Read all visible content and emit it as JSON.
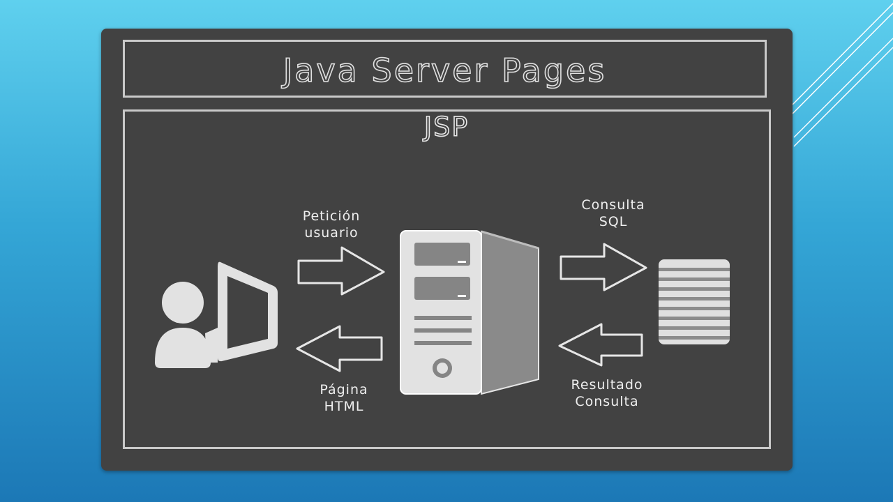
{
  "title": "Java Server Pages",
  "subtitle": "JSP",
  "labels": {
    "request": [
      "Petición",
      "usuario"
    ],
    "response": [
      "Página",
      "HTML"
    ],
    "query": [
      "Consulta",
      "SQL"
    ],
    "result": [
      "Resultado",
      "Consulta"
    ]
  },
  "icons": {
    "user": "user-computer-icon",
    "server": "server-tower-icon",
    "database": "database-icon"
  },
  "colors": {
    "board": "#424242",
    "chalk": "#e0e0e0",
    "background_top": "#5fd0ee",
    "background_bottom": "#1c78b6"
  }
}
